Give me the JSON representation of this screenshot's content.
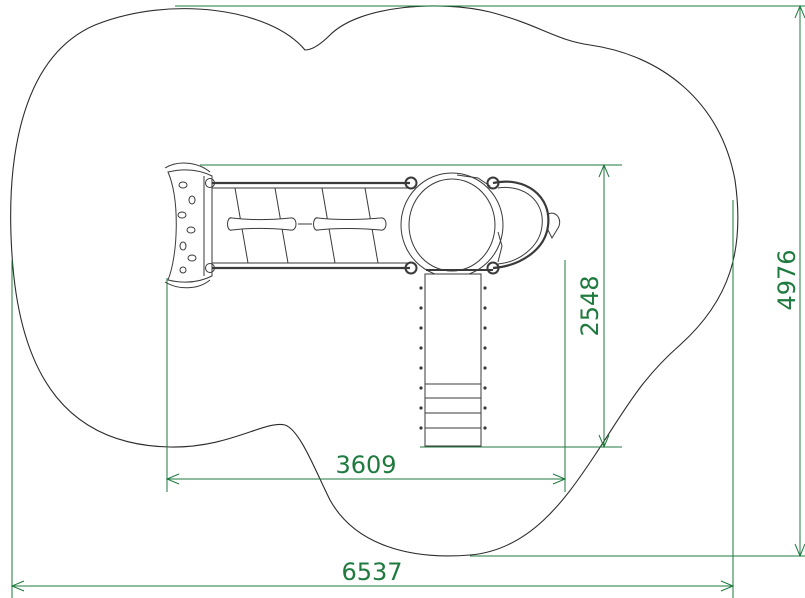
{
  "colors": {
    "dimension": "#1f7a3f",
    "outline": "#2b2b2b",
    "equipment": "#3a3a3a",
    "background": "#ffffff"
  },
  "dimensions": {
    "overall_width": "6537",
    "overall_depth": "4976",
    "equipment_width": "3609",
    "equipment_depth": "2548"
  }
}
